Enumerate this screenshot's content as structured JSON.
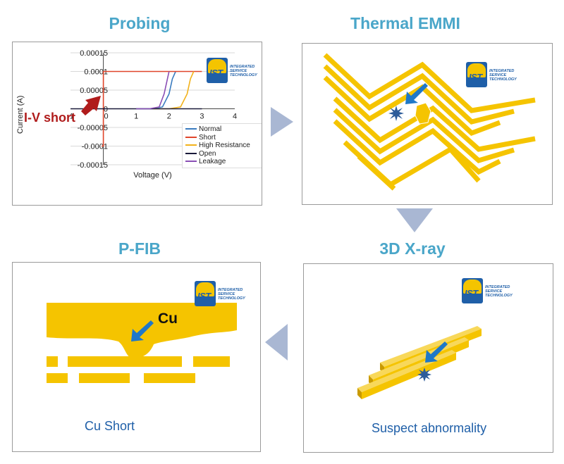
{
  "titles": {
    "probing": "Probing",
    "thermal": "Thermal EMMI",
    "xray": "3D X-ray",
    "pfib": "P-FIB"
  },
  "logo": {
    "text": "IST",
    "line1": "INTEGRATED",
    "line2": "SERVICE",
    "line3": "TECHNOLOGY"
  },
  "probing": {
    "callout": "I-V short",
    "ylabel": "Current (A)",
    "xlabel": "Voltage (V)",
    "yticks": [
      "0.00015",
      "0.0001",
      "0.00005",
      "0",
      "-0.00005",
      "-0.0001",
      "-0.00015"
    ],
    "xticks": [
      "-1",
      "0",
      "1",
      "2",
      "3",
      "4"
    ],
    "legend": [
      "Normal",
      "Short",
      "High Resistance",
      "Open",
      "Leakage"
    ]
  },
  "chart_data": {
    "type": "line",
    "xlabel": "Voltage (V)",
    "ylabel": "Current (A)",
    "xlim": [
      -1,
      4
    ],
    "ylim": [
      -0.00015,
      0.00015
    ],
    "series": [
      {
        "name": "Normal",
        "color": "#3a7bbf",
        "x": [
          1.0,
          1.5,
          1.8,
          2.0,
          2.1,
          2.2
        ],
        "y": [
          0,
          0,
          5e-06,
          4e-05,
          8e-05,
          0.0001
        ]
      },
      {
        "name": "Short",
        "color": "#e0452b",
        "x": [
          -0.05,
          -0.05,
          0,
          0,
          3.0
        ],
        "y": [
          -0.0001,
          -0.0001,
          -0.0001,
          0.0001,
          0.0001
        ]
      },
      {
        "name": "High Resistance",
        "color": "#f2b21b",
        "x": [
          1.5,
          2.0,
          2.35,
          2.55,
          2.65,
          2.75
        ],
        "y": [
          0,
          0,
          5e-06,
          4e-05,
          8e-05,
          0.0001
        ]
      },
      {
        "name": "Open",
        "color": "#1a1a3a",
        "x": [
          -1,
          3.0
        ],
        "y": [
          0,
          0
        ]
      },
      {
        "name": "Leakage",
        "color": "#8a4fb5",
        "x": [
          1.0,
          1.4,
          1.7,
          1.85,
          1.95,
          2.0
        ],
        "y": [
          0,
          0,
          5e-06,
          4e-05,
          8e-05,
          0.0001
        ]
      }
    ]
  },
  "xray": {
    "caption": "Suspect abnormality"
  },
  "pfib": {
    "label": "Cu",
    "caption": "Cu Short"
  },
  "colors": {
    "gold": "#f5c400",
    "accent": "#4aa6c9",
    "arrow": "#1f78c8",
    "callout": "#b01c1c",
    "flow": "#a9b7d3"
  }
}
